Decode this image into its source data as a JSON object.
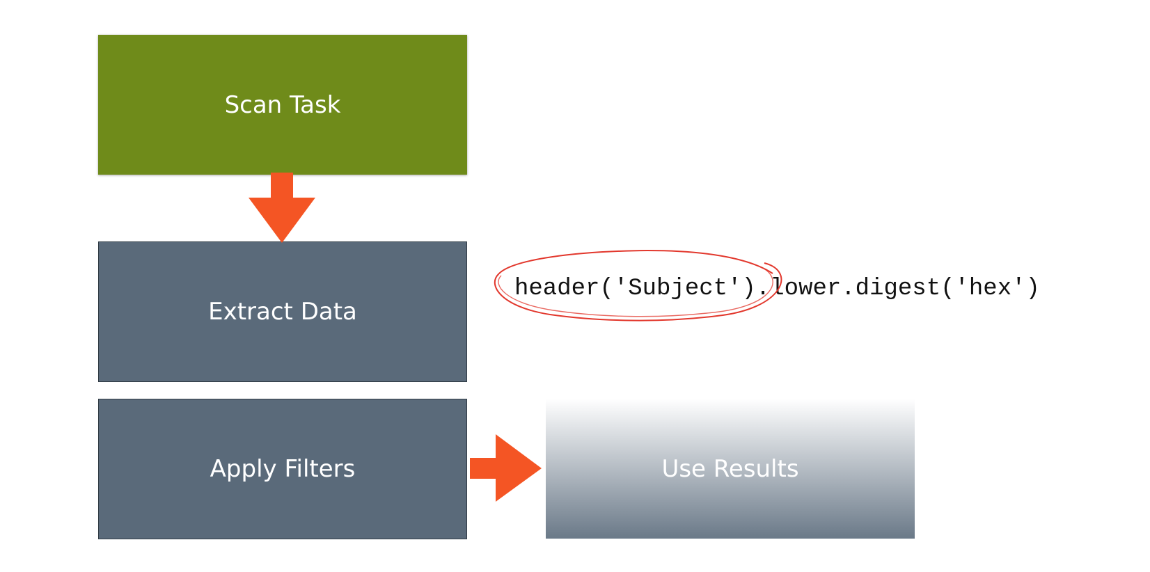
{
  "colors": {
    "scan_task": "#6f8b1a",
    "extract_data": "#5a6a7a",
    "apply_filters": "#5a6a7a",
    "use_results_top": "#ffffff",
    "use_results_bottom": "#6a7988",
    "arrow": "#f45524",
    "highlight_circle": "#e2372c"
  },
  "steps": {
    "scan_task": "Scan Task",
    "extract_data": "Extract Data",
    "apply_filters": "Apply Filters",
    "use_results": "Use Results"
  },
  "code_expression": "header('Subject').lower.digest('hex')",
  "icons": {
    "down_arrow": "arrow-down-icon",
    "right_arrow": "arrow-right-icon",
    "circle": "highlight-circle"
  }
}
